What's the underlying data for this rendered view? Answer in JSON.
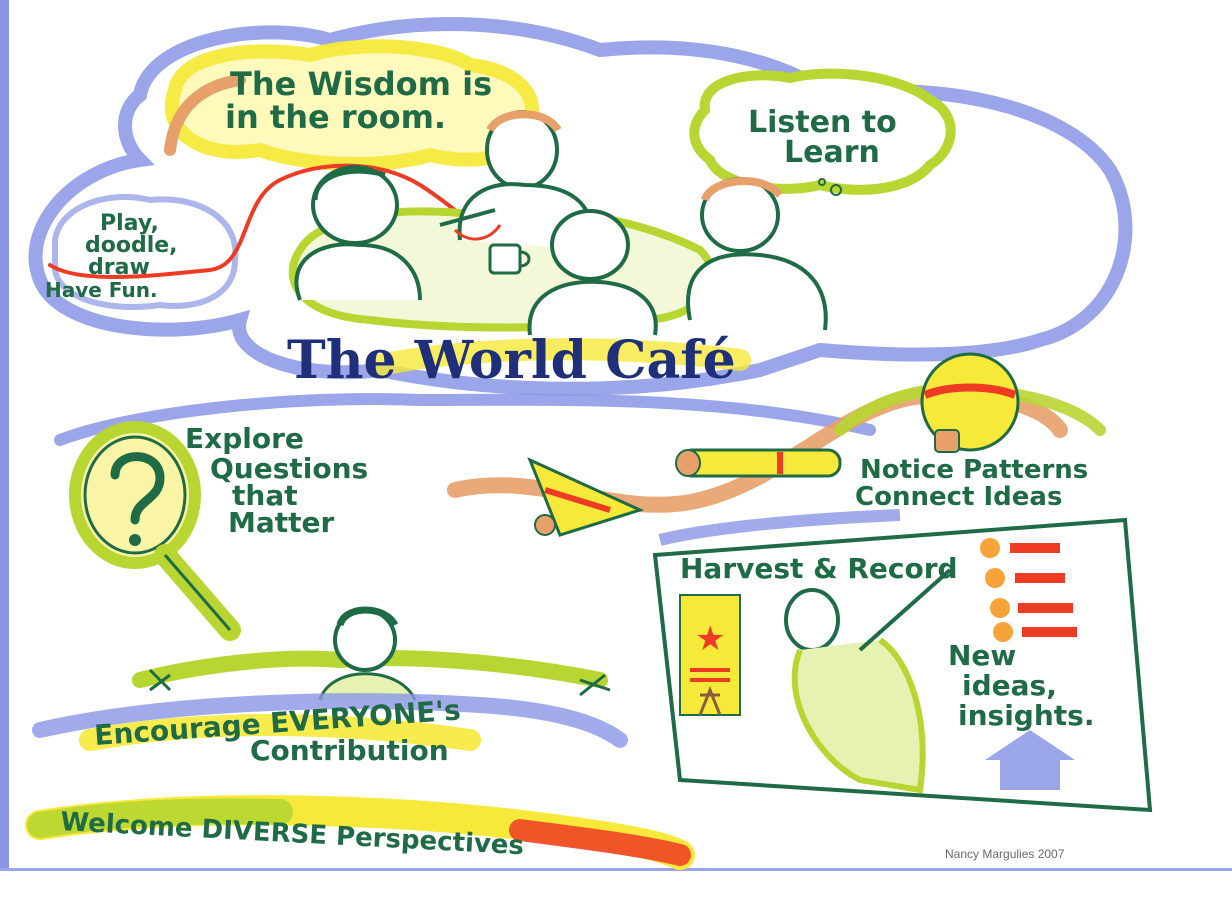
{
  "poster": {
    "title": "The World Café",
    "credit": "Nancy Margulies 2007",
    "colors": {
      "blue": "#8a96e6",
      "yellow": "#f6e93a",
      "lime": "#b8d632",
      "orange": "#e8a06a",
      "red": "#ef3b24",
      "ink_green": "#1f6b45",
      "navy": "#1f2f7a"
    },
    "bubbles": {
      "wisdom": [
        "The Wisdom is",
        "in the room."
      ],
      "listen": [
        "Listen to",
        "Learn"
      ],
      "play": [
        "Play,",
        "doodle,",
        "draw",
        "Have Fun."
      ]
    },
    "sections": {
      "explore": [
        "Explore",
        "Questions",
        "that",
        "Matter"
      ],
      "notice": [
        "Notice Patterns",
        "Connect Ideas"
      ],
      "harvest": "Harvest & Record",
      "new_ideas": [
        "New",
        "ideas,",
        "insights."
      ],
      "encourage": [
        "Encourage EVERYONE's",
        "Contribution"
      ],
      "welcome": "Welcome DIVERSE Perspectives"
    }
  }
}
